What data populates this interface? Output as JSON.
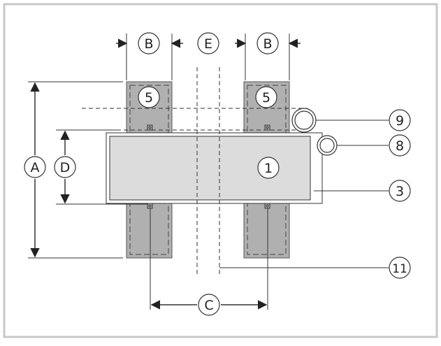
{
  "diagram": {
    "dimension_labels": {
      "a": "A",
      "b_left": "B",
      "b_right": "B",
      "c": "C",
      "d": "D",
      "e": "E"
    },
    "part_labels": {
      "rail_left_top": "5",
      "rail_right_top": "5",
      "panel": "1",
      "frame": "3",
      "ring_upper": "9",
      "ring_lower": "8",
      "centerline": "11"
    },
    "colors": {
      "frame_border": "#c8c8c8",
      "rail_fill": "#b0b0b0",
      "panel_fill": "#dcdcdc",
      "outline": "#222222"
    }
  }
}
